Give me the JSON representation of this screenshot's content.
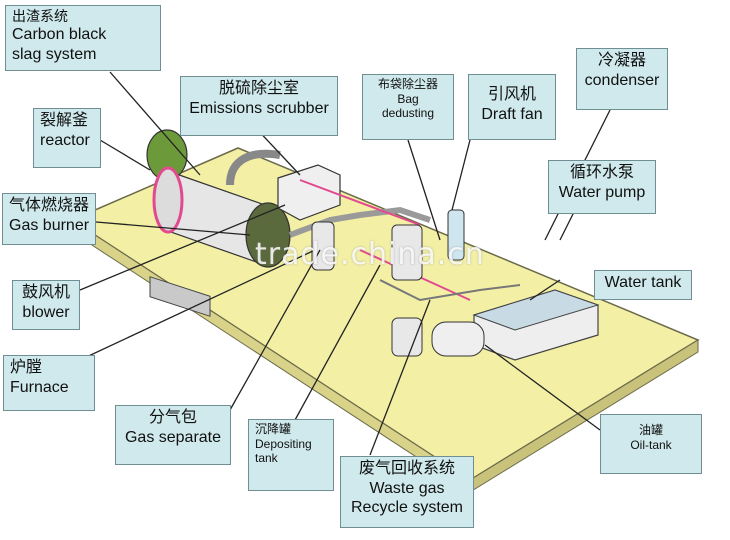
{
  "labels": {
    "carbon_black": {
      "zh": "出渣系统",
      "en1": "Carbon black",
      "en2": "slag system"
    },
    "emissions": {
      "zh": "脱硫除尘室",
      "en": "Emissions scrubber"
    },
    "bag": {
      "zh": "布袋除尘器",
      "en1": "Bag",
      "en2": "dedusting"
    },
    "draft_fan": {
      "zh": "引风机",
      "en": "Draft fan"
    },
    "condenser": {
      "zh": "冷凝器",
      "en": "condenser"
    },
    "reactor": {
      "zh": "裂解釜",
      "en": "reactor"
    },
    "water_pump": {
      "zh": "循环水泵",
      "en": "Water pump"
    },
    "gas_burner": {
      "zh": "气体燃烧器",
      "en": "Gas burner"
    },
    "water_tank": {
      "en": "Water tank"
    },
    "blower": {
      "zh": "鼓风机",
      "en": "blower"
    },
    "furnace": {
      "zh": "炉膛",
      "en": "Furnace"
    },
    "gas_separate": {
      "zh": "分气包",
      "en": "Gas separate"
    },
    "depositing": {
      "zh": "沉降罐",
      "en1": "Depositing",
      "en2": "tank"
    },
    "oil_tank": {
      "zh": "油罐",
      "en": "Oil-tank"
    },
    "waste_gas": {
      "zh": "废气回收系统",
      "en1": "Waste gas",
      "en2": "Recycle system"
    }
  },
  "watermark": "trade.china.cn",
  "colors": {
    "platform": "#f3f0a6",
    "platform_side": "#d9d38a",
    "label_bg": "#cfe9ec",
    "machine": "#e8e8e8",
    "accent": "#e24a8f"
  }
}
